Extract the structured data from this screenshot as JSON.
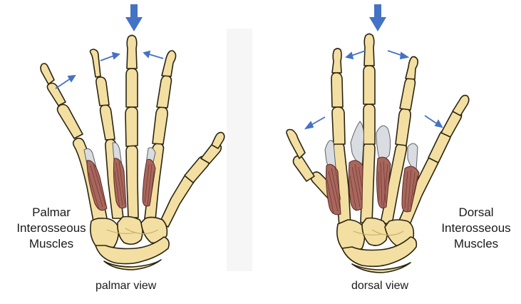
{
  "palmar": {
    "title_lines": [
      "Palmar",
      "Interosseous",
      "Muscles"
    ],
    "caption": "palmar view"
  },
  "dorsal": {
    "title_lines": [
      "Dorsal",
      "Interosseous",
      "Muscles"
    ],
    "caption": "dorsal view"
  },
  "colors": {
    "arrow": "#4472c4",
    "bone": "#f3dfa2",
    "muscle": "#a8665c",
    "tendon": "#d9dce0"
  },
  "arrow_meaning": {
    "palmar": "adduction toward middle finger",
    "dorsal": "abduction away from middle finger"
  }
}
